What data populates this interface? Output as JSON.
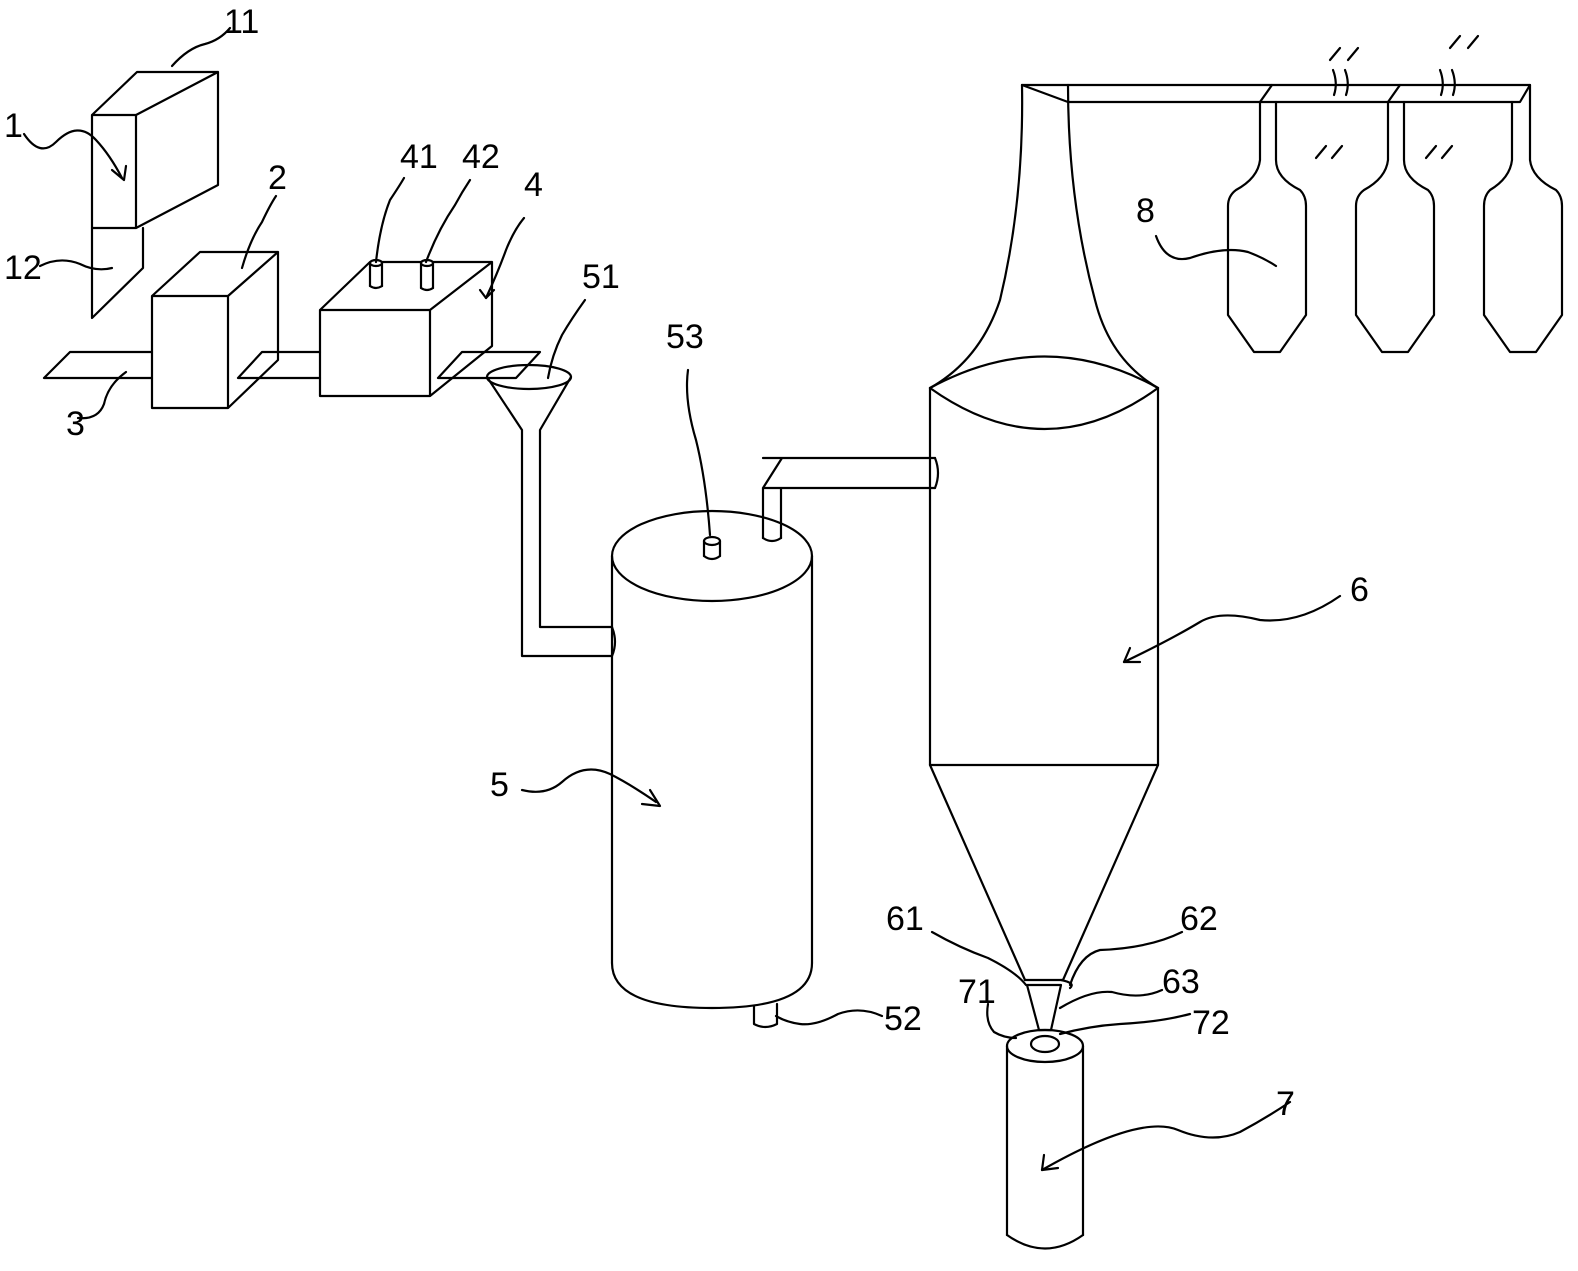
{
  "labels": {
    "l1": "1",
    "l11": "11",
    "l12": "12",
    "l2": "2",
    "l3": "3",
    "l4": "4",
    "l41": "41",
    "l42": "42",
    "l5": "5",
    "l51": "51",
    "l52": "52",
    "l53": "53",
    "l6": "6",
    "l61": "61",
    "l62": "62",
    "l63": "63",
    "l7": "7",
    "l71": "71",
    "l72": "72",
    "l8": "8"
  }
}
